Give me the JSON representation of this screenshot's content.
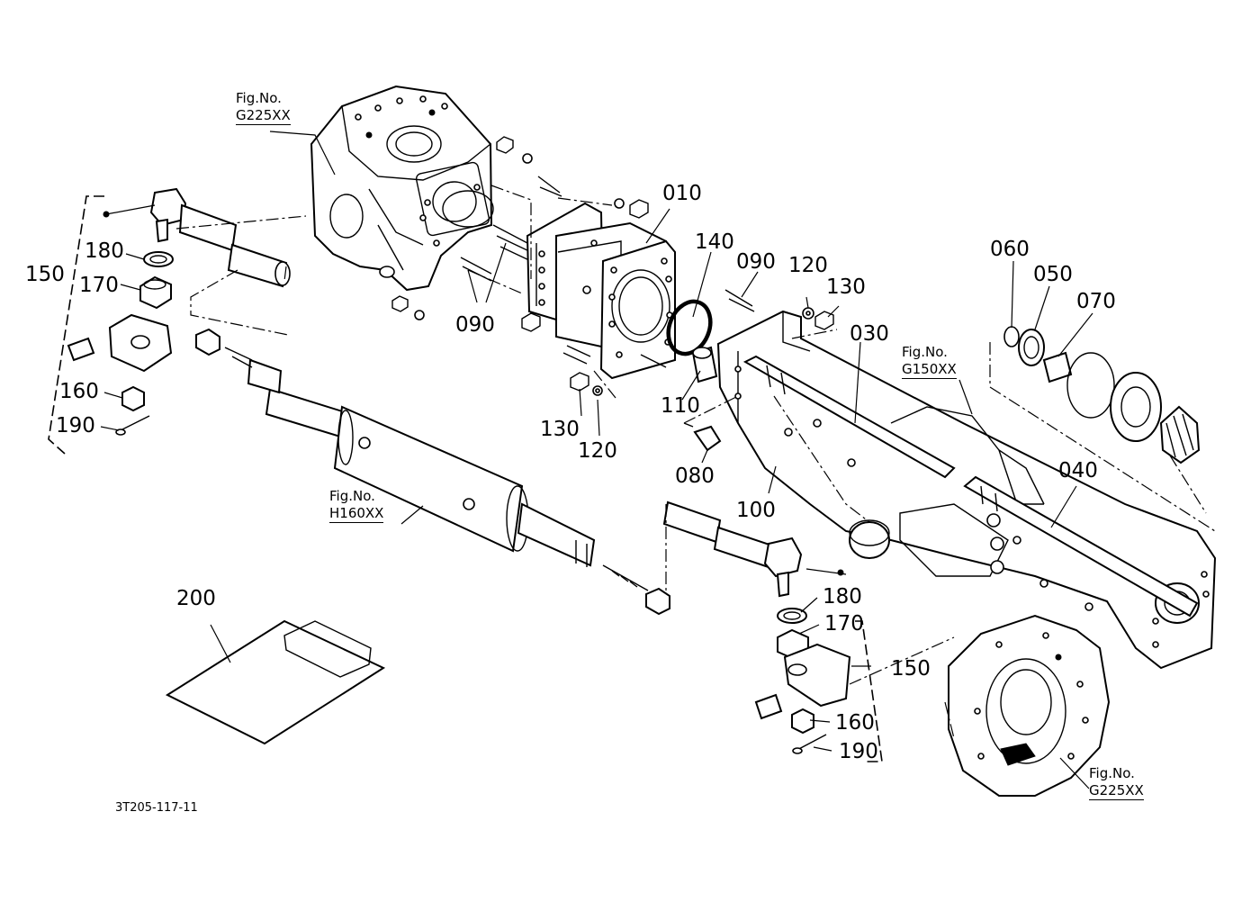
{
  "diagram": {
    "code": "3T205-117-11",
    "parts": [
      {
        "id": "p010",
        "label": "010"
      },
      {
        "id": "p030",
        "label": "030"
      },
      {
        "id": "p040",
        "label": "040"
      },
      {
        "id": "p050",
        "label": "050"
      },
      {
        "id": "p060",
        "label": "060"
      },
      {
        "id": "p070",
        "label": "070"
      },
      {
        "id": "p080",
        "label": "080"
      },
      {
        "id": "p090a",
        "label": "090"
      },
      {
        "id": "p090b",
        "label": "090"
      },
      {
        "id": "p100",
        "label": "100"
      },
      {
        "id": "p110",
        "label": "110"
      },
      {
        "id": "p120a",
        "label": "120"
      },
      {
        "id": "p120b",
        "label": "120"
      },
      {
        "id": "p130a",
        "label": "130"
      },
      {
        "id": "p130b",
        "label": "130"
      },
      {
        "id": "p140",
        "label": "140"
      },
      {
        "id": "p150a",
        "label": "150"
      },
      {
        "id": "p150b",
        "label": "150"
      },
      {
        "id": "p160a",
        "label": "160"
      },
      {
        "id": "p160b",
        "label": "160"
      },
      {
        "id": "p170a",
        "label": "170"
      },
      {
        "id": "p170b",
        "label": "170"
      },
      {
        "id": "p180a",
        "label": "180"
      },
      {
        "id": "p180b",
        "label": "180"
      },
      {
        "id": "p190a",
        "label": "190"
      },
      {
        "id": "p190b",
        "label": "190"
      },
      {
        "id": "p200",
        "label": "200"
      }
    ],
    "figure_refs": [
      {
        "caption": "Fig.No.",
        "number": "G225XX"
      },
      {
        "caption": "Fig.No.",
        "number": "G150XX"
      },
      {
        "caption": "Fig.No.",
        "number": "H160XX"
      },
      {
        "caption": "Fig.No.",
        "number": "G225XX"
      }
    ]
  }
}
